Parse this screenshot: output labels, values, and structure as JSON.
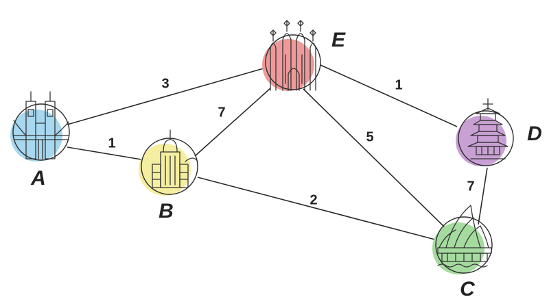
{
  "nodes": [
    {
      "id": "A",
      "label": "A",
      "color": "#a7d8ef",
      "icon": "bridge-icon"
    },
    {
      "id": "B",
      "label": "B",
      "color": "#f4eea0",
      "icon": "skyscraper-icon"
    },
    {
      "id": "C",
      "label": "C",
      "color": "#a6dba0",
      "icon": "opera-house-icon"
    },
    {
      "id": "D",
      "label": "D",
      "color": "#c9a0d4",
      "icon": "pagoda-icon"
    },
    {
      "id": "E",
      "label": "E",
      "color": "#ef9a9a",
      "icon": "cathedral-icon"
    }
  ],
  "edges": [
    {
      "from": "A",
      "to": "E",
      "weight": "3"
    },
    {
      "from": "A",
      "to": "B",
      "weight": "1"
    },
    {
      "from": "B",
      "to": "E",
      "weight": "7"
    },
    {
      "from": "B",
      "to": "C",
      "weight": "2"
    },
    {
      "from": "E",
      "to": "C",
      "weight": "5"
    },
    {
      "from": "E",
      "to": "D",
      "weight": "1"
    },
    {
      "from": "D",
      "to": "C",
      "weight": "7"
    }
  ]
}
